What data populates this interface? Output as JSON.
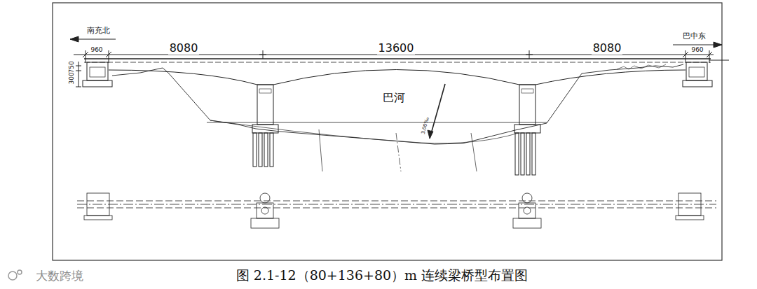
{
  "diagram": {
    "caption": "图 2.1-12（80+136+80）m 连续梁桥型布置图",
    "labels": [
      "南充北",
      "960",
      "8080",
      "13600",
      "8080",
      "巴中东",
      "960",
      "300",
      "750",
      "巴河",
      "3.00‰",
      "大数跨境"
    ]
  }
}
